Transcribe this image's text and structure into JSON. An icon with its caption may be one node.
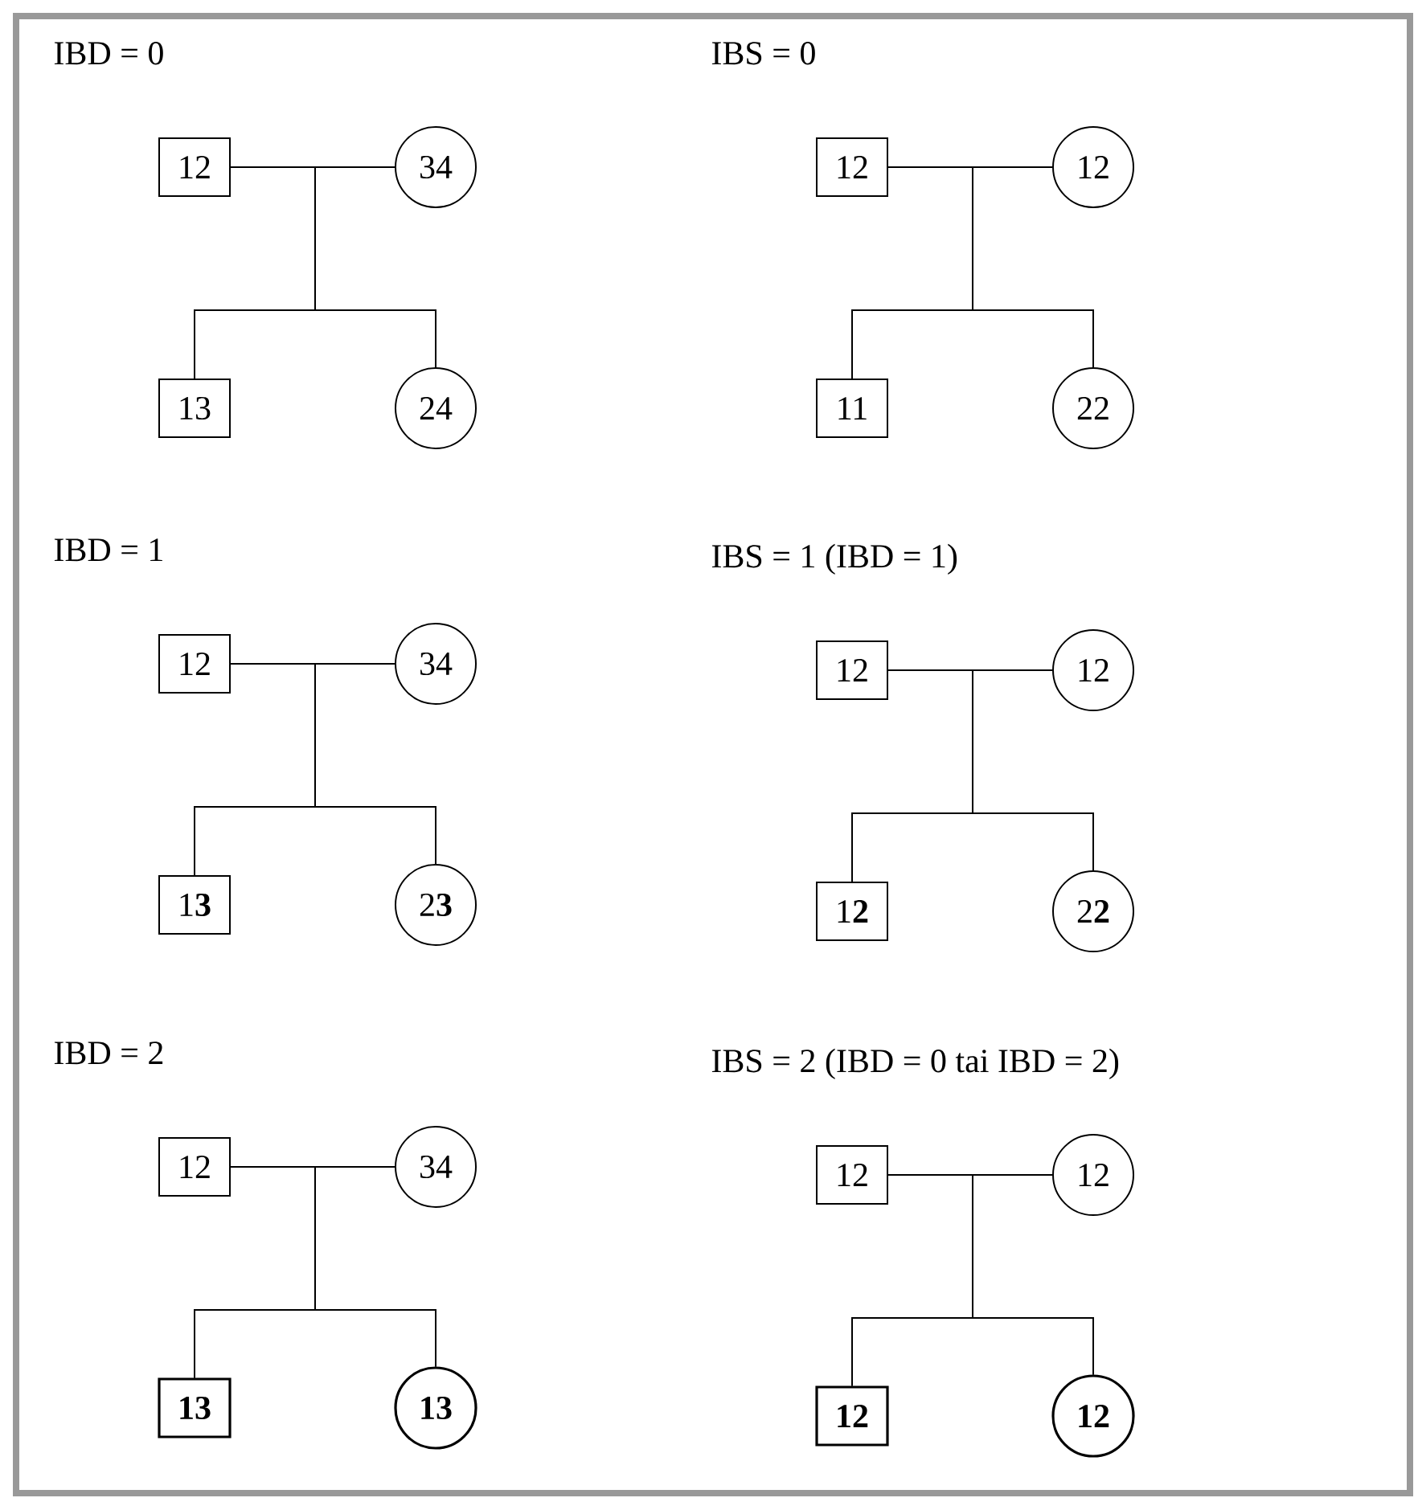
{
  "diagram": {
    "nodes": [
      {
        "text": [
          "12"
        ]
      },
      {
        "text": [
          "34"
        ]
      },
      {
        "text": [
          "13"
        ]
      },
      {
        "text": [
          "24"
        ]
      },
      {
        "text": [
          "12"
        ]
      },
      {
        "text": [
          "12"
        ]
      },
      {
        "text": [
          "11"
        ]
      },
      {
        "text": [
          "22"
        ]
      },
      {
        "text": [
          "12"
        ]
      },
      {
        "text": [
          "34"
        ]
      },
      {
        "text": [
          "1**3**"
        ]
      },
      {
        "text": [
          "2**3**"
        ]
      },
      {
        "text": [
          "12"
        ]
      },
      {
        "text": [
          "12"
        ]
      },
      {
        "text": [
          "1**2**"
        ]
      },
      {
        "text": [
          "2**2**"
        ]
      },
      {
        "text": [
          "12"
        ]
      },
      {
        "text": [
          "34"
        ]
      },
      {
        "text": [
          "**13**"
        ]
      },
      {
        "text": [
          "**13**"
        ]
      },
      {
        "text": [
          "12"
        ]
      },
      {
        "text": [
          "12"
        ]
      },
      {
        "text": [
          "**12**"
        ]
      },
      {
        "text": [
          "**12**"
        ]
      }
    ],
    "edges": [
      {
        "from": 0,
        "to": 1,
        "arrow": "none"
      },
      {
        "from": 0,
        "to": 2,
        "arrow": "none"
      },
      {
        "from": 0,
        "to": 3,
        "arrow": "none"
      },
      {
        "from": 1,
        "to": 2,
        "arrow": "none"
      },
      {
        "from": 1,
        "to": 3,
        "arrow": "none"
      },
      {
        "from": 4,
        "to": 5,
        "arrow": "none"
      },
      {
        "from": 4,
        "to": 6,
        "arrow": "none"
      },
      {
        "from": 4,
        "to": 7,
        "arrow": "none"
      },
      {
        "from": 5,
        "to": 6,
        "arrow": "none"
      },
      {
        "from": 5,
        "to": 7,
        "arrow": "none"
      },
      {
        "from": 8,
        "to": 9,
        "arrow": "none"
      },
      {
        "from": 8,
        "to": 10,
        "arrow": "none"
      },
      {
        "from": 8,
        "to": 11,
        "arrow": "none"
      },
      {
        "from": 9,
        "to": 10,
        "arrow": "none"
      },
      {
        "from": 9,
        "to": 11,
        "arrow": "none"
      },
      {
        "from": 12,
        "to": 13,
        "arrow": "none"
      },
      {
        "from": 12,
        "to": 14,
        "arrow": "none"
      },
      {
        "from": 12,
        "to": 15,
        "arrow": "none"
      },
      {
        "from": 13,
        "to": 14,
        "arrow": "none"
      },
      {
        "from": 13,
        "to": 15,
        "arrow": "none"
      },
      {
        "from": 16,
        "to": 17,
        "arrow": "none"
      },
      {
        "from": 16,
        "to": 18,
        "arrow": "none"
      },
      {
        "from": 16,
        "to": 19,
        "arrow": "none"
      },
      {
        "from": 17,
        "to": 18,
        "arrow": "none"
      },
      {
        "from": 17,
        "to": 19,
        "arrow": "none"
      },
      {
        "from": 20,
        "to": 21,
        "arrow": "none"
      },
      {
        "from": 20,
        "to": 22,
        "arrow": "none"
      },
      {
        "from": 20,
        "to": 23,
        "arrow": "none"
      },
      {
        "from": 21,
        "to": 22,
        "arrow": "none"
      },
      {
        "from": 21,
        "to": 23,
        "arrow": "none"
      }
    ],
    "labels": [
      "IBD = 0",
      "IBS = 0",
      "IBD = 1",
      "IBS = 1 (IBD = 1)",
      "IBD = 2",
      "IBS = 2 (IBD = 0 tai IBD = 2)"
    ]
  }
}
